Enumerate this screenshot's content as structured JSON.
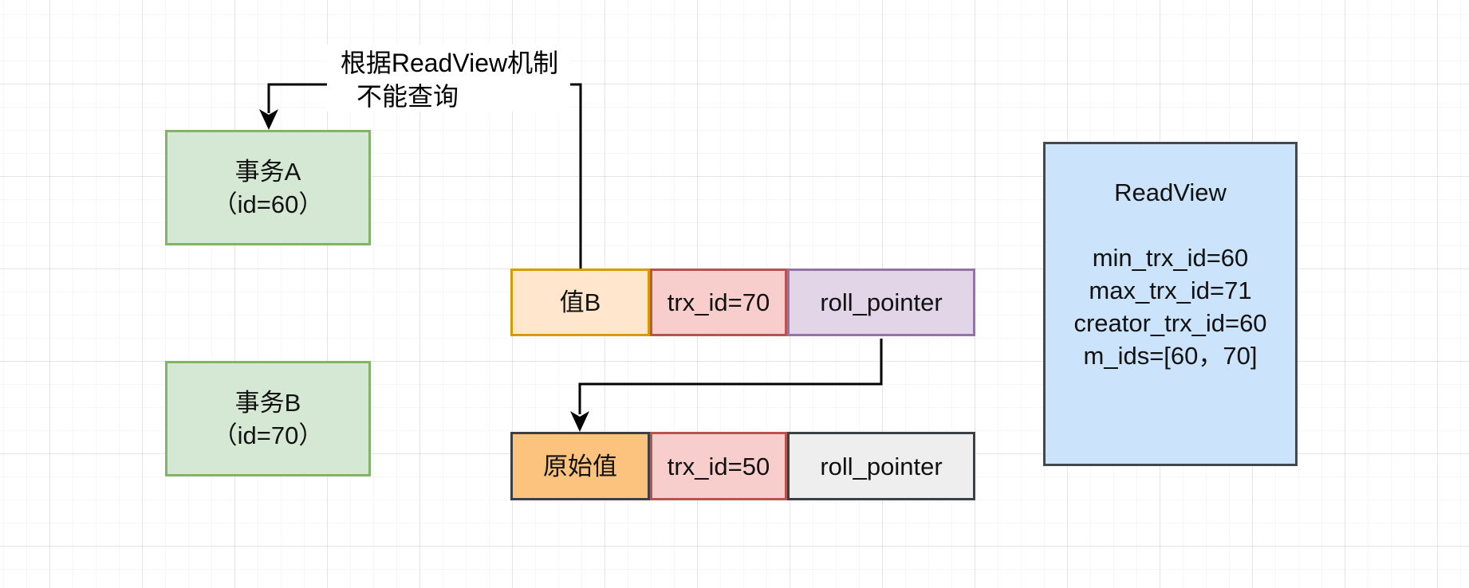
{
  "diagram": {
    "annotation": {
      "line1": "根据ReadView机制",
      "line2": "不能查询"
    },
    "transaction_a": {
      "name": "事务A",
      "id_label": "（id=60）",
      "fill": "#d5e8d4",
      "border": "#82b366"
    },
    "transaction_b": {
      "name": "事务B",
      "id_label": "（id=70）",
      "fill": "#d5e8d4",
      "border": "#82b366"
    },
    "version_row_current": {
      "cells": [
        {
          "label": "值B",
          "fill": "#ffe6cc",
          "border": "#d79b00"
        },
        {
          "label": "trx_id=70",
          "fill": "#f8cecc",
          "border": "#b85450"
        },
        {
          "label": "roll_pointer",
          "fill": "#e1d5e7",
          "border": "#9673a6"
        }
      ]
    },
    "version_row_original": {
      "cells": [
        {
          "label": "原始值",
          "fill": "#fbc37d",
          "border": "#3b4045"
        },
        {
          "label": "trx_id=50",
          "fill": "#f8cecc",
          "border": "#b85450"
        },
        {
          "label": "roll_pointer",
          "fill": "#eeeeee",
          "border": "#3b4045"
        }
      ]
    },
    "readview": {
      "title": "ReadView",
      "lines": [
        "min_trx_id=60",
        "max_trx_id=71",
        "creator_trx_id=60",
        "m_ids=[60，70]"
      ],
      "fill": "#cce4fb",
      "border": "#42484c"
    },
    "connector_color": "#000000"
  }
}
